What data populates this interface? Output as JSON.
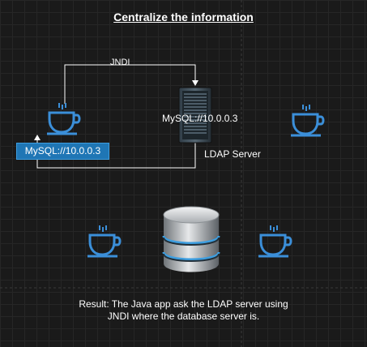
{
  "title": "Centralize the information",
  "connector_label": "JNDI",
  "server_mysql_label": "MySQL://10.0.0.3",
  "server_label": "LDAP Server",
  "client_box_label": "MySQL://10.0.0.3",
  "result_lines": [
    "Result: The Java app ask the LDAP server using",
    "JNDI where the database server is."
  ],
  "icons": [
    "java-cup-icon",
    "server-rack-icon",
    "database-icon"
  ],
  "colors": {
    "background": "#1a1a1a",
    "accent": "#3b8fd9",
    "box": "#1f76b5",
    "line": "#ffffff"
  }
}
